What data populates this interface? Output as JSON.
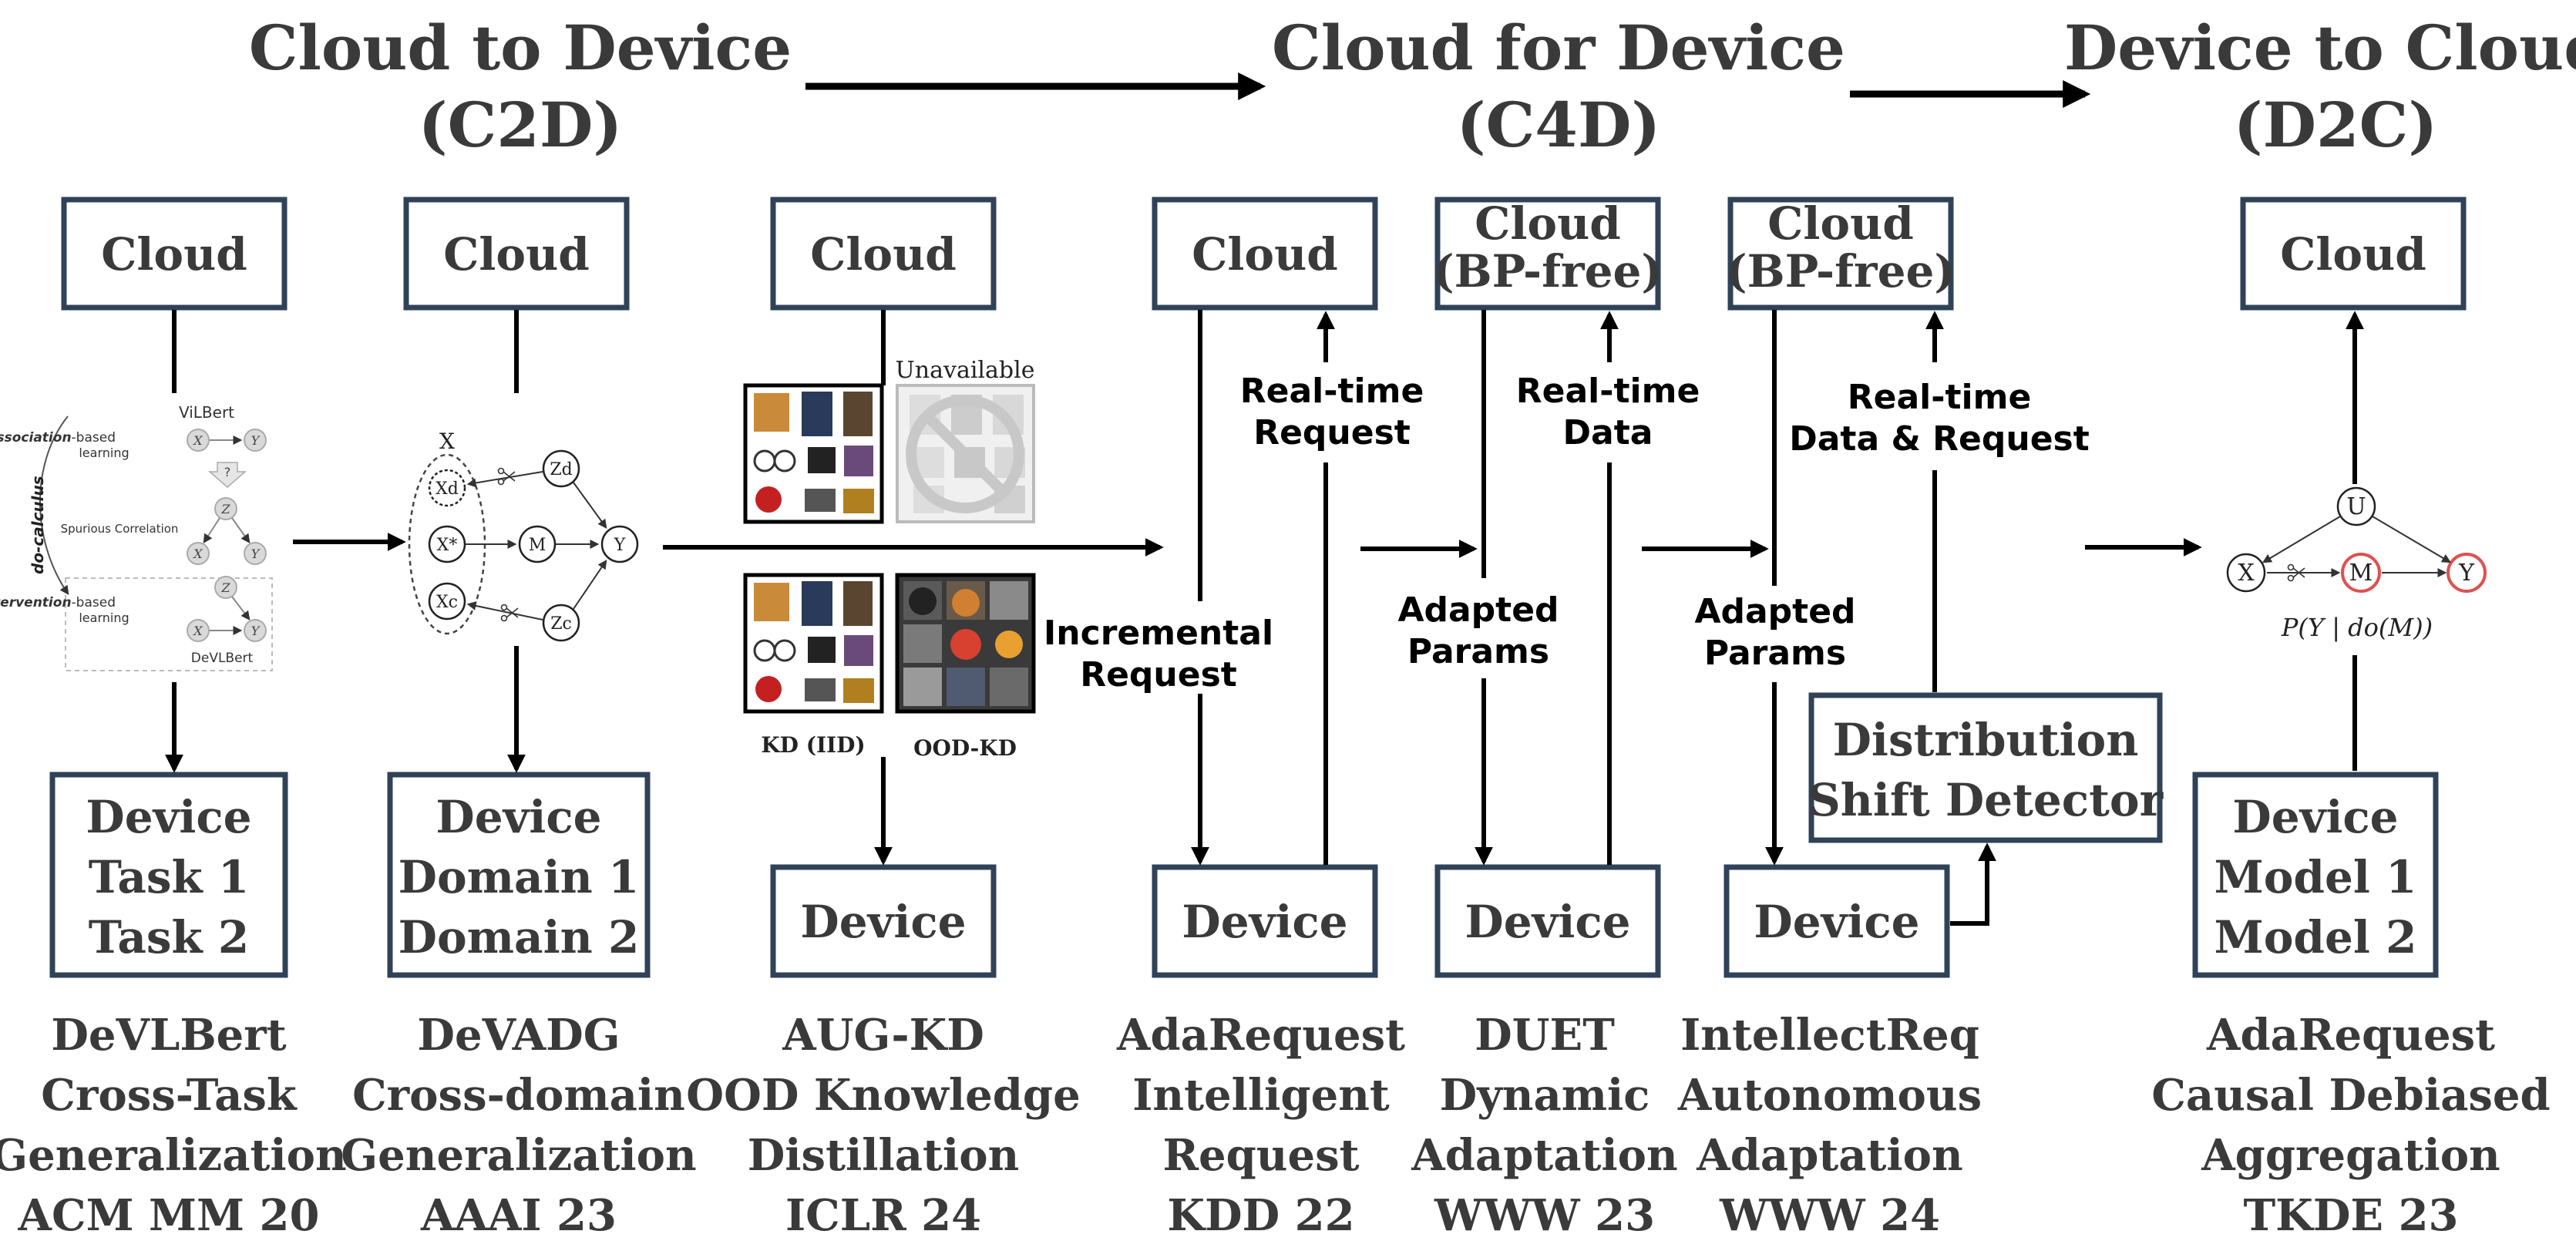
{
  "headers": {
    "c2d": {
      "line1": "Cloud to Device",
      "line2": "(C2D)"
    },
    "c4d": {
      "line1": "Cloud for Device",
      "line2": "(C4D)"
    },
    "d2c": {
      "line1": "Device to Cloud",
      "line2": "(D2C)"
    }
  },
  "boxes": {
    "cloud": "Cloud",
    "cloud_bp_free": {
      "line1": "Cloud",
      "line2": "(BP-free)"
    },
    "device": "Device",
    "device_task": [
      "Device",
      "Task 1",
      "Task 2"
    ],
    "device_domain": [
      "Device",
      "Domain 1",
      "Domain 2"
    ],
    "device_model": [
      "Device",
      "Model 1",
      "Model 2"
    ],
    "distribution_shift": [
      "Distribution",
      "Shift Detector"
    ]
  },
  "labels": {
    "rt_request": [
      "Real-time",
      "Request"
    ],
    "rt_data": [
      "Real-time",
      "Data"
    ],
    "rt_data_request": [
      "Real-time",
      "Data & Request"
    ],
    "incremental": [
      "Incremental",
      "Request"
    ],
    "adapted_params": [
      "Adapted",
      "Params"
    ],
    "unavailable": "Unavailable",
    "kd_iid": "KD (IID)",
    "ood_kd": "OOD-KD"
  },
  "devlbert_figure": {
    "vilbert": "ViLBert",
    "devlbert": "DeVLBert",
    "association_bold": "Association",
    "association_rest": "-based",
    "learning": "learning",
    "intervention_bold": "Intervention",
    "intervention_rest": "-based",
    "spurious": "Spurious Correlation",
    "do_calculus": "do-calculus",
    "question": "?",
    "node_x": "X",
    "node_y": "Y",
    "node_z": "Z"
  },
  "devadg_figure": {
    "group_label": "X",
    "xd": "Xd",
    "xstar": "X*",
    "xc": "Xc",
    "m": "M",
    "y": "Y",
    "zd": "Zd",
    "zc": "Zc"
  },
  "agg_figure": {
    "u": "U",
    "x": "X",
    "m": "M",
    "y": "Y",
    "formula": "P(Y | do(M))"
  },
  "captions": [
    [
      "DeVLBert",
      "Cross-Task",
      "Generalization",
      "ACM MM 20"
    ],
    [
      "DeVADG",
      "Cross-domain",
      "Generalization",
      "AAAI 23"
    ],
    [
      "AUG-KD",
      "OOD Knowledge",
      "Distillation",
      "ICLR 24"
    ],
    [
      "AdaRequest",
      "Intelligent",
      "Request",
      "KDD 22"
    ],
    [
      "DUET",
      "Dynamic",
      "Adaptation",
      "WWW 23"
    ],
    [
      "IntellectReq",
      "Autonomous",
      "Adaptation",
      "WWW 24"
    ],
    [
      "AdaRequest",
      "Causal Debiased",
      "Aggregation",
      "TKDE 23"
    ]
  ],
  "colors": {
    "box_border": "#2f4258",
    "text_dark": "#3a3a3a",
    "arrow": "#000000",
    "highlight_red": "#e05050"
  }
}
